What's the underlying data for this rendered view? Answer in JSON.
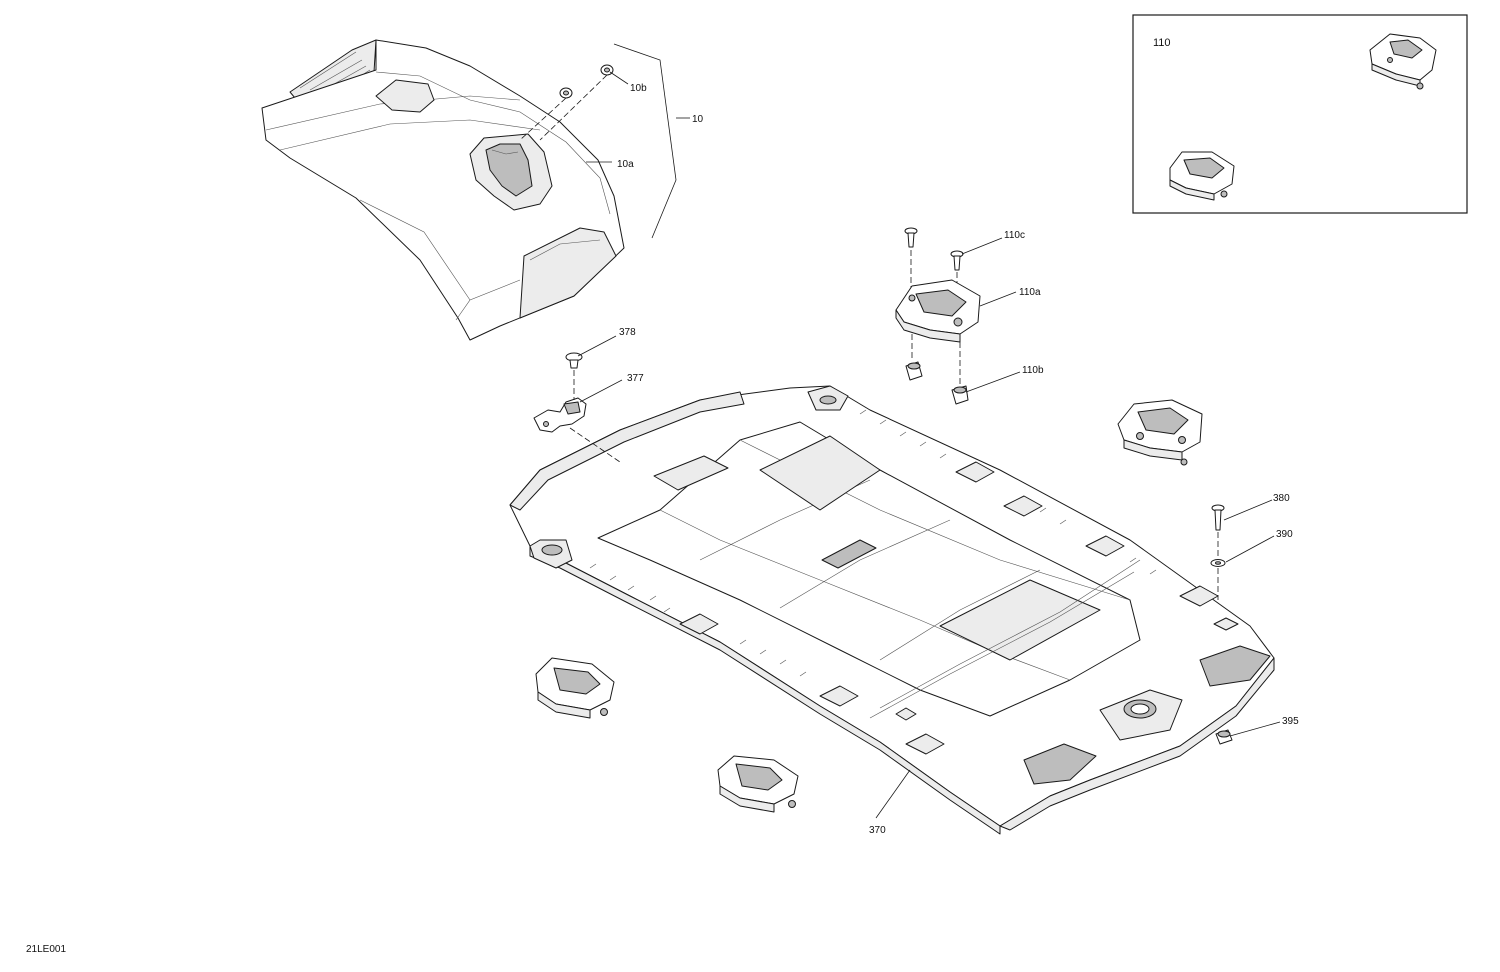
{
  "diagram": {
    "figure_id": "21LE001",
    "inset_label": "110",
    "callouts": {
      "c10": "10",
      "c10a": "10a",
      "c10b": "10b",
      "c110a": "110a",
      "c110b": "110b",
      "c110c": "110c",
      "c370": "370",
      "c377": "377",
      "c378": "378",
      "c380": "380",
      "c390": "390",
      "c395": "395"
    }
  }
}
